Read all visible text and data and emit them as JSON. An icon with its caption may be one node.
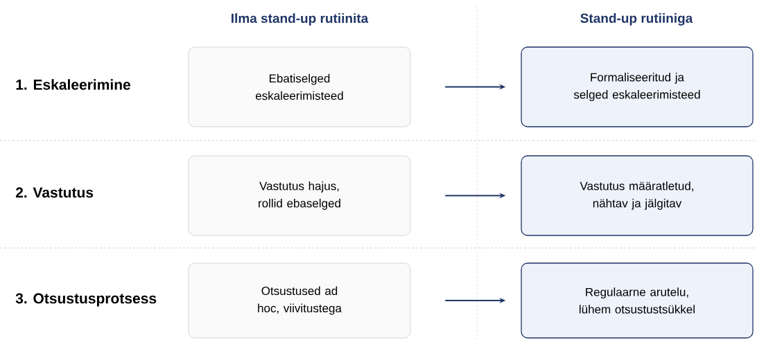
{
  "diagram": {
    "nodes": [
      {
        "text": [
          "Ebatiselged eskaleerimisteed"
        ]
      },
      {
        "text": [
          "Formaliseeritud ja selged eskaleerimisteed"
        ]
      },
      {
        "text": [
          "Vastutus hajus, rollid ebaselged"
        ]
      },
      {
        "text": [
          "Vastutus määratletud, nähtav ja jälgitav"
        ]
      },
      {
        "text": [
          "Otsustused ad hoc, viivitustega"
        ]
      },
      {
        "text": [
          "Regulaarne arutelu, lühem otsustustsükkel"
        ]
      }
    ],
    "edges": [
      {
        "from": 0,
        "to": 1,
        "arrow": "to"
      },
      {
        "from": 2,
        "to": 3,
        "arrow": "to"
      },
      {
        "from": 4,
        "to": 5,
        "arrow": "to"
      }
    ],
    "labels": [
      "Ilma stand-up rutiinita",
      "Stand-up rutiiniga",
      "1. Eskaleerimine",
      "2. Vastutus",
      "3. Otsustusprotsess"
    ]
  }
}
